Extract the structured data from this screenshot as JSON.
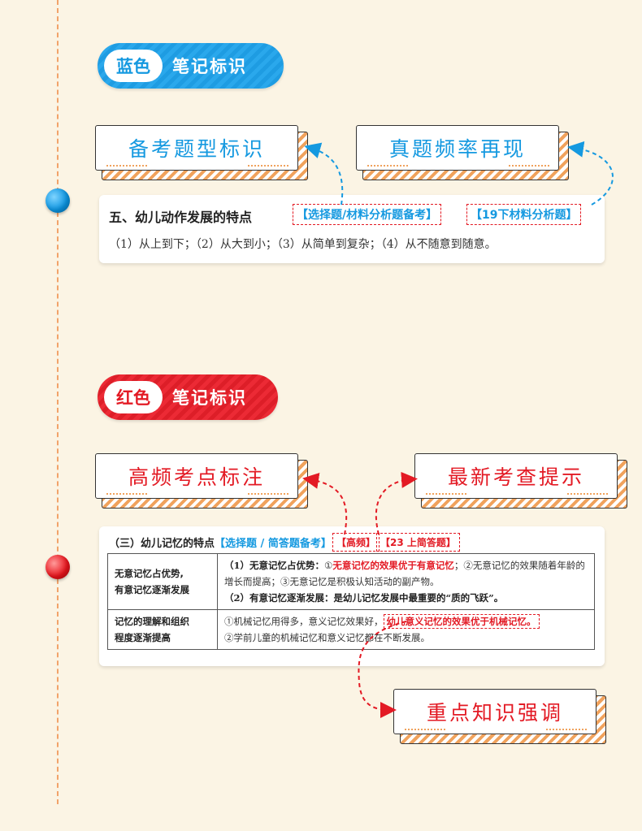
{
  "blue_section": {
    "tag": "蓝色",
    "title": "笔记标识",
    "label_left": "备考题型标识",
    "label_right": "真题频率再现",
    "content_title": "五、幼儿动作发展的特点",
    "tag1": "【选择题/材料分析题备考】",
    "tag2": "【19下材料分析题】",
    "body": "（1）从上到下；（2）从大到小；（3）从简单到复杂；（4）从不随意到随意。"
  },
  "red_section": {
    "tag": "红色",
    "title": "笔记标识",
    "label_left": "高频考点标注",
    "label_right": "最新考查提示",
    "label_bottom": "重点知识强调",
    "content_title": "（三）幼儿记忆的特点",
    "tag1": "【选择题 / 简答题备考】",
    "tag2": "【高频】",
    "tag3": "【23 上简答题】",
    "row1_key_a": "无意记忆占优势,",
    "row1_key_b": "有意记忆逐渐发展",
    "row1_h1": "（1）无意记忆占优势：",
    "row1_t1a": "①",
    "row1_t1b": "无意记忆的效果优于有意记忆",
    "row1_t1c": "；②无意记忆的效果随着年龄的增长而提高；③无意记忆是积极认知活动的副产物。",
    "row1_h2": "（2）有意记忆逐渐发展：是幼儿记忆发展中最重要的“质的飞跃”。",
    "row2_key_a": "记忆的理解和组织",
    "row2_key_b": "程度逐渐提高",
    "row2_t1": "①机械记忆用得多，意义记忆效果好，",
    "row2_hl": "幼儿意义记忆的效果优于机械记忆。",
    "row2_t2": "②学前儿童的机械记忆和意义记忆都在不断发展。"
  },
  "colors": {
    "blue": "#1599e0",
    "red": "#e31a24",
    "orange": "#f0a25c",
    "background": "#fbf4e4"
  }
}
